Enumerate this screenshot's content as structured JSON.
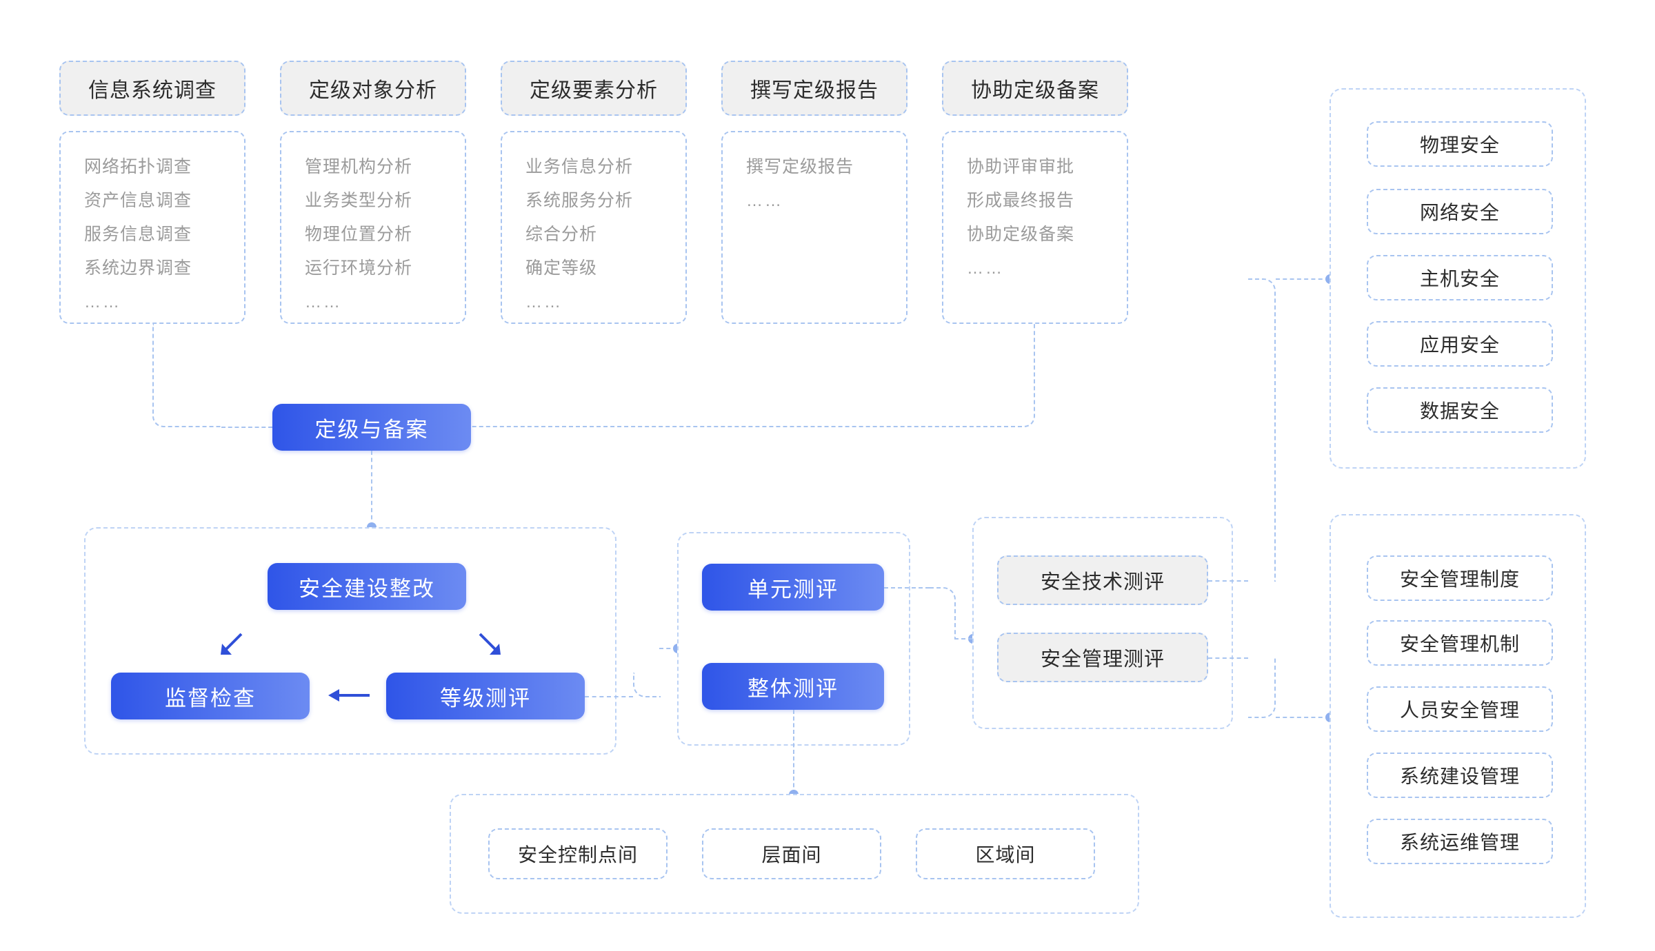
{
  "colors": {
    "accent_blue_dark": "#2f55e8",
    "accent_blue_light": "#6c8bf2",
    "dashed_border": "#a8c4f0",
    "chip_grey": "#f0f0f0",
    "list_text": "#9b9b9b",
    "arrow": "#2f4fd8"
  },
  "top_stages": [
    {
      "title": "信息系统调查",
      "items": [
        "网络拓扑调查",
        "资产信息调查",
        "服务信息调查",
        "系统边界调查",
        "……"
      ]
    },
    {
      "title": "定级对象分析",
      "items": [
        "管理机构分析",
        "业务类型分析",
        "物理位置分析",
        "运行环境分析",
        "……"
      ]
    },
    {
      "title": "定级要素分析",
      "items": [
        "业务信息分析",
        "系统服务分析",
        "综合分析",
        "确定等级",
        "……"
      ]
    },
    {
      "title": "撰写定级报告",
      "items": [
        "撰写定级报告",
        "……"
      ]
    },
    {
      "title": "协助定级备案",
      "items": [
        "协助评审审批",
        "形成最终报告",
        "协助定级备案",
        "……"
      ]
    }
  ],
  "milestone": {
    "label": "定级与备案"
  },
  "left_group": {
    "rectify": "安全建设整改",
    "supervise": "监督检查",
    "grading_test": "等级测评"
  },
  "middle_group": {
    "unit_test": "单元测评",
    "overall_test": "整体测评"
  },
  "assessment_group": {
    "technical": "安全技术测评",
    "management": "安全管理测评"
  },
  "technical_items": [
    "物理安全",
    "网络安全",
    "主机安全",
    "应用安全",
    "数据安全"
  ],
  "management_items": [
    "安全管理制度",
    "安全管理机制",
    "人员安全管理",
    "系统建设管理",
    "系统运维管理"
  ],
  "bottom_items": [
    "安全控制点间",
    "层面间",
    "区域间"
  ],
  "icons": {
    "arrow_down_left": "arrow-down-left-icon",
    "arrow_down_right": "arrow-down-right-icon",
    "arrow_left": "arrow-left-icon"
  }
}
